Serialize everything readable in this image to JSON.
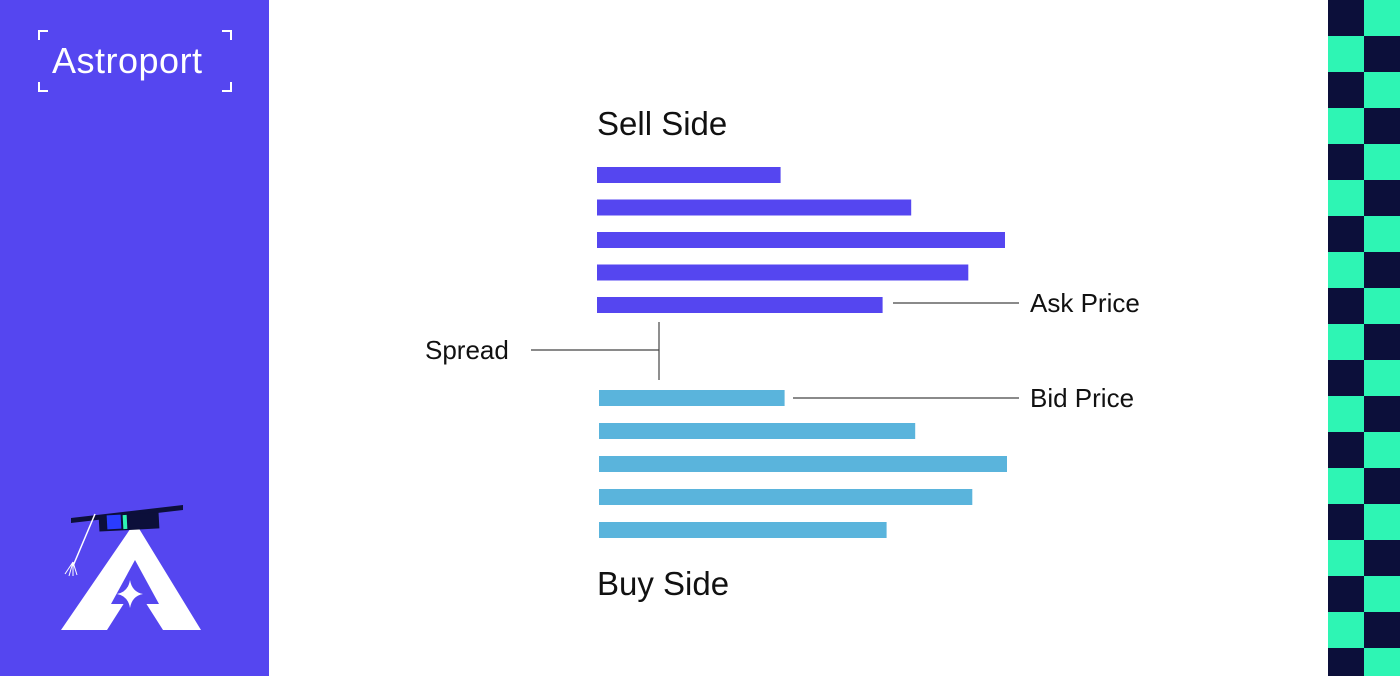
{
  "brand": {
    "name": "Astroport"
  },
  "diagram": {
    "sell_title": "Sell Side",
    "buy_title": "Buy Side",
    "ask_label": "Ask Price",
    "bid_label": "Bid Price",
    "spread_label": "Spread",
    "sell_bars": [
      0.45,
      0.77,
      1.0,
      0.91,
      0.7
    ],
    "buy_bars": [
      0.455,
      0.775,
      1.0,
      0.915,
      0.705
    ]
  },
  "colors": {
    "sidebar": "#5546f0",
    "sell_bar": "#5546f0",
    "buy_bar": "#5ab4dc",
    "checker_dark": "#0c0f3a",
    "checker_light": "#2ef5b4",
    "line": "#444444"
  },
  "icons": {
    "mascot": "graduation-cap-a-icon",
    "brand_frame": "bracket-frame-icon"
  }
}
